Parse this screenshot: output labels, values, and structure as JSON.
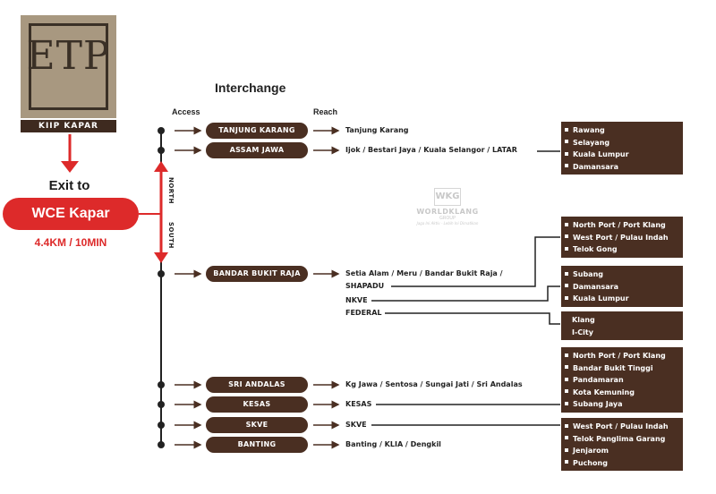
{
  "logo": {
    "text": "ETP",
    "subtitle": "KIIP KAPAR"
  },
  "exit": {
    "label": "Exit to",
    "destination": "WCE Kapar",
    "distance": "4.4KM / 10MIN"
  },
  "headers": {
    "main": "Interchange",
    "access": "Access",
    "reach": "Reach"
  },
  "directions": {
    "north": "NORTH",
    "south": "SOUTH"
  },
  "interchanges": [
    {
      "name": "TANJUNG KARANG",
      "reach": "Tanjung Karang"
    },
    {
      "name": "ASSAM JAWA",
      "reach": "Ijok / Bestari Jaya / Kuala Selangor / LATAR"
    },
    {
      "name": "BANDAR BUKIT RAJA",
      "reach": "Setia Alam / Meru / Bandar Bukit Raja /",
      "reach2": "SHAPADU",
      "reach3": "NKVE",
      "reach4": "FEDERAL"
    },
    {
      "name": "SRI ANDALAS",
      "reach": "Kg Jawa / Sentosa / Sungai Jati / Sri Andalas"
    },
    {
      "name": "KESAS",
      "reach": "KESAS"
    },
    {
      "name": "SKVE",
      "reach": "SKVE"
    },
    {
      "name": "BANTING",
      "reach": "Banting / KLIA / Dengkil"
    }
  ],
  "destination_boxes": [
    {
      "items": [
        "Rawang",
        "Selayang",
        "Kuala Lumpur",
        "Damansara"
      ]
    },
    {
      "items": [
        "North Port / Port Klang",
        "West Port / Pulau Indah",
        "Telok Gong"
      ]
    },
    {
      "items": [
        "Subang",
        "Damansara",
        "Kuala Lumpur"
      ]
    },
    {
      "items": [
        "Klang",
        "I-City"
      ]
    },
    {
      "items": [
        "North Port / Port Klang",
        "Bandar Bukit Tinggi",
        "Pandamaran",
        "Kota Kemuning",
        "Subang Jaya"
      ]
    },
    {
      "items": [
        "West Port / Pulau Indah",
        "Telok Panglima Garang",
        "Jenjarom",
        "Puchong"
      ]
    }
  ],
  "watermark": {
    "logo": "WKG",
    "name": "WORLDKLANG",
    "group": "GROUP",
    "tagline": "Jaga Ini Aktiv - Lebih Ini Dimatikan"
  },
  "colors": {
    "brand_brown": "#4a2f22",
    "accent_red": "#dd2a2a",
    "logo_tan": "#a89880"
  }
}
